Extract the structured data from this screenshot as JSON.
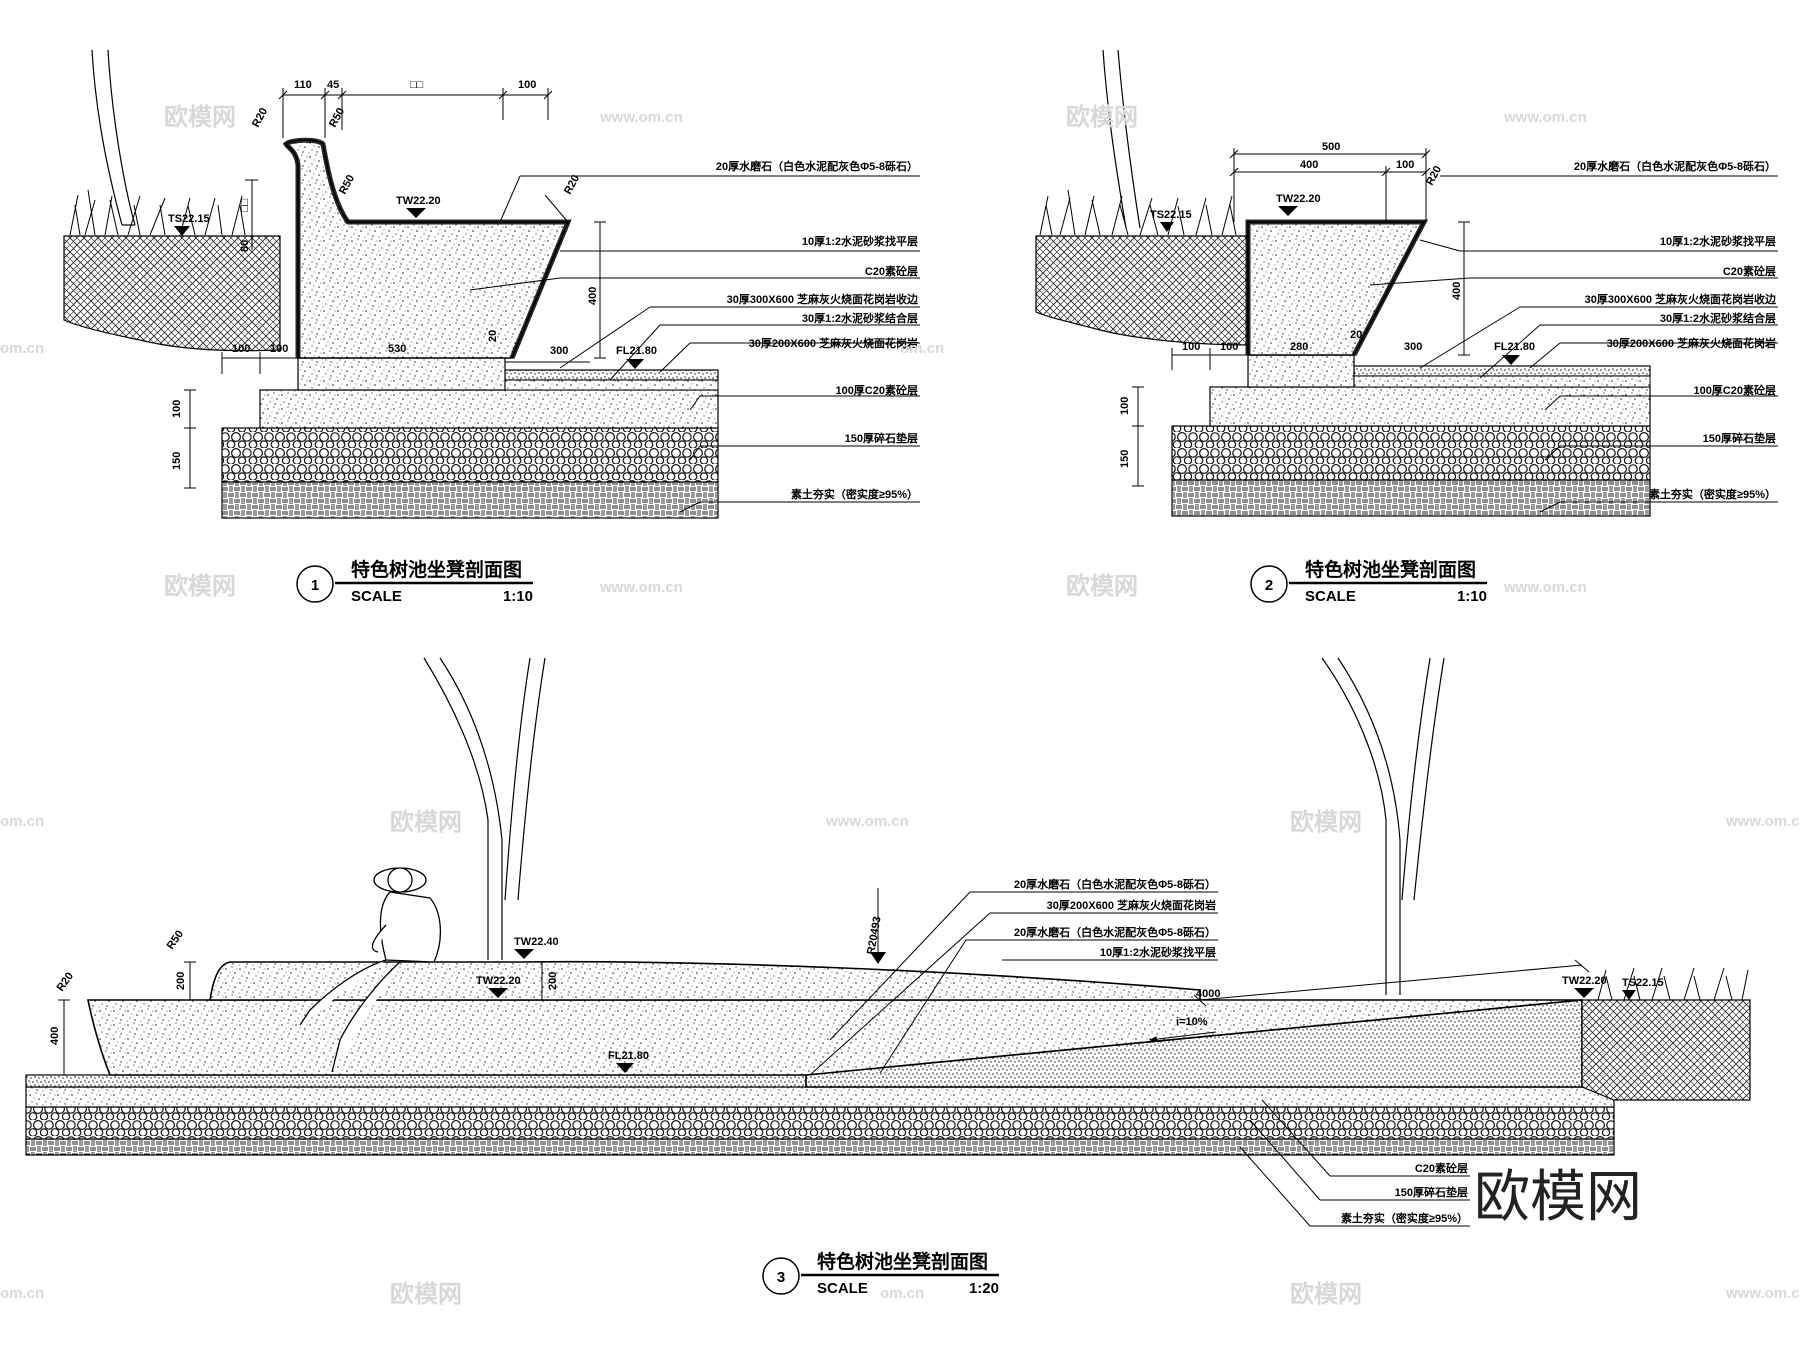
{
  "watermarks": {
    "brand": "欧模网",
    "site": "www.om.cn",
    "site_short": "om.cn",
    "corner_logo": "欧模网"
  },
  "section1": {
    "number": "1",
    "title": "特色树池坐凳剖面图",
    "scale_label": "SCALE",
    "scale_value": "1:10",
    "dims_top": [
      "110",
      "45",
      "□□",
      "100"
    ],
    "dims_left": [
      "100",
      "150"
    ],
    "dims_bottom": [
      "100",
      "100"
    ],
    "side_marks": [
      "□□",
      "80"
    ],
    "radii": [
      "R20",
      "R50",
      "R50",
      "R20"
    ],
    "elevations": {
      "ts": "TS22.15",
      "tw": "TW22.20",
      "fl": "FL21.80"
    },
    "inner_dims": [
      "400",
      "530",
      "20",
      "300"
    ],
    "callouts": [
      "20厚水磨石（白色水泥配灰色Φ5-8砾石）",
      "10厚1:2水泥砂浆找平层",
      "C20素砼层",
      "30厚300X600 芝麻灰火烧面花岗岩收边",
      "30厚1:2水泥砂浆结合层",
      "30厚200X600 芝麻灰火烧面花岗岩",
      "100厚C20素砼层",
      "150厚碎石垫层",
      "素土夯实（密实度≥95%）"
    ]
  },
  "section2": {
    "number": "2",
    "title": "特色树池坐凳剖面图",
    "scale_label": "SCALE",
    "scale_value": "1:10",
    "dims_top": [
      "500",
      "400",
      "100"
    ],
    "dims_left": [
      "100",
      "150"
    ],
    "dims_bottom": [
      "100",
      "100"
    ],
    "radii": [
      "R20"
    ],
    "elevations": {
      "ts": "TS22.15",
      "tw": "TW22.20",
      "fl": "FL21.80"
    },
    "inner_dims": [
      "400",
      "280",
      "20",
      "300"
    ],
    "callouts": [
      "20厚水磨石（白色水泥配灰色Φ5-8砾石）",
      "10厚1:2水泥砂浆找平层",
      "C20素砼层",
      "30厚300X600 芝麻灰火烧面花岗岩收边",
      "30厚1:2水泥砂浆结合层",
      "30厚200X600 芝麻灰火烧面花岗岩",
      "100厚C20素砼层",
      "150厚碎石垫层",
      "素土夯实（密实度≥95%）"
    ]
  },
  "section3": {
    "number": "3",
    "title": "特色树池坐凳剖面图",
    "scale_label": "SCALE",
    "scale_value": "1:20",
    "radii": [
      "R50",
      "R20",
      "R20493"
    ],
    "dims": [
      "200",
      "400",
      "200",
      "4000"
    ],
    "slope": "i=10%",
    "elevations": {
      "tw_top": "TW22.40",
      "tw_seat": "TW22.20",
      "fl": "FL21.80",
      "tw_right": "TW22.20",
      "ts_right": "TS22.15"
    },
    "callouts_top": [
      "20厚水磨石（白色水泥配灰色Φ5-8砾石）",
      "30厚200X600 芝麻灰火烧面花岗岩",
      "20厚水磨石（白色水泥配灰色Φ5-8砾石）",
      "10厚1:2水泥砂浆找平层"
    ],
    "callouts_bottom": [
      "C20素砼层",
      "150厚碎石垫层",
      "素土夯实（密实度≥95%）"
    ]
  }
}
